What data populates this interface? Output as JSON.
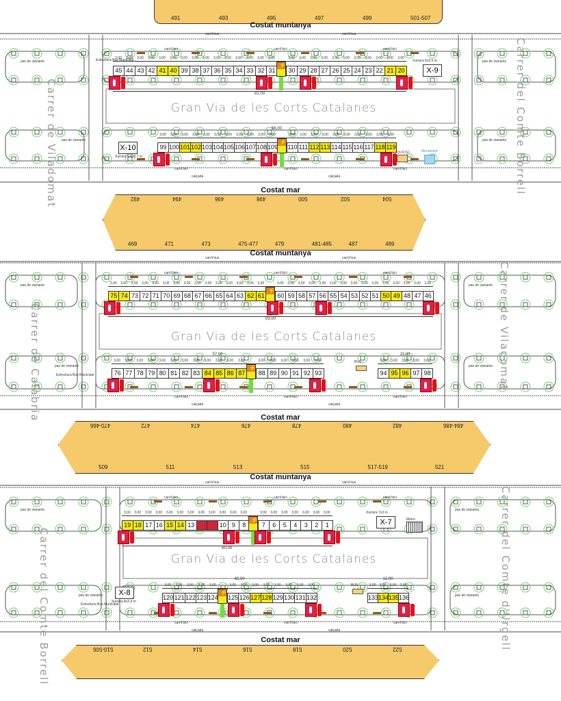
{
  "colors": {
    "highlight": "#f5ea1a",
    "reserved": "#c9283a",
    "building": "#f6c96a",
    "tree": "#6ccf6c",
    "extinguisher": "#e0204a"
  },
  "sections": [
    {
      "building_top": {
        "lots_bottom": [
          "491",
          "493",
          "495",
          "497",
          "499",
          "501-507"
        ]
      },
      "costat_muntanya": "Costat muntanya",
      "carril_bus": [
        "carril bus",
        "carril bus"
      ],
      "carril_bici_top": [
        "carril bici",
        "carril bici",
        "carril bici"
      ],
      "street_left": "Carrer de Viladomat",
      "street_right": "Carrer del Comte Borrell",
      "avenue": "Gran Via de les Corts Catalanes",
      "pas_vianants": "pas de vianants",
      "estructura": "Estructura Bus Municipal",
      "top_row": {
        "dim_total": "81,00",
        "unit": "3,00",
        "stalls": [
          {
            "n": "45"
          },
          {
            "n": "44"
          },
          {
            "n": "43"
          },
          {
            "n": "42"
          },
          {
            "n": "41",
            "s": "yellow"
          },
          {
            "n": "40",
            "s": "yellow"
          },
          {
            "n": "39"
          },
          {
            "n": "38"
          },
          {
            "n": "37"
          },
          {
            "n": "36"
          },
          {
            "n": "35"
          },
          {
            "n": "34"
          },
          {
            "n": "33"
          },
          {
            "n": "32"
          },
          {
            "n": "31"
          },
          {
            "power": true
          },
          {
            "n": "30"
          },
          {
            "n": "29"
          },
          {
            "n": "28"
          },
          {
            "n": "27"
          },
          {
            "n": "26"
          },
          {
            "n": "25"
          },
          {
            "n": "24"
          },
          {
            "n": "23"
          },
          {
            "n": "22"
          },
          {
            "n": "21",
            "s": "yellow"
          },
          {
            "n": "20",
            "s": "yellow"
          }
        ]
      },
      "xurrera_top": {
        "label": "Xurrera 6x2,5 m",
        "id": "X-9"
      },
      "bottom_row": [
        {
          "dim_total": "66,00",
          "unit": "3,00",
          "stalls": [
            {
              "n": "99"
            },
            {
              "n": "100"
            },
            {
              "n": "101",
              "s": "yellow"
            },
            {
              "n": "102",
              "s": "yellow"
            },
            {
              "n": "103"
            },
            {
              "n": "104"
            },
            {
              "n": "105"
            },
            {
              "n": "106"
            },
            {
              "n": "107"
            },
            {
              "n": "108"
            },
            {
              "n": "109"
            },
            {
              "power": true
            },
            {
              "n": "110"
            },
            {
              "n": "111"
            },
            {
              "n": "112",
              "s": "yellow"
            },
            {
              "n": "113",
              "s": "yellow"
            },
            {
              "n": "114"
            },
            {
              "n": "115"
            },
            {
              "n": "116"
            },
            {
              "n": "117"
            },
            {
              "n": "118",
              "s": "yellow"
            },
            {
              "n": "119",
              "s": "yellow"
            }
          ]
        }
      ],
      "xurrera_bottom": {
        "label": "Xurrera 5,6x2,7 m",
        "id": "X-10"
      },
      "extras": {
        "kiosk": "QUIOSC",
        "monument": "Monument"
      },
      "carril_bici_bottom": [
        "carril bici",
        "carril bici",
        "carril bici"
      ],
      "calcada": [
        "calçada",
        "calçada"
      ],
      "costat_mar": "Costat mar",
      "building_bottom": {
        "lots_top": [
          "492",
          "494",
          "496",
          "498",
          "500",
          "502",
          "504"
        ],
        "lots_bottom": [
          "469",
          "471",
          "473",
          "475-477",
          "479",
          "481-485",
          "487",
          "489"
        ]
      }
    },
    {
      "costat_muntanya": "Costat muntanya",
      "carril_bus": [
        "carril bus",
        "carril bus"
      ],
      "carril_bici_top": [
        "carril bici",
        "carril bici",
        "carril bici"
      ],
      "street_left": "Carrer de Calàbria",
      "street_right": "Carrer de Viladomat",
      "avenue": "Gran Via de les  Corts Catalanes",
      "pas_vianants": "pas de vianants",
      "estructura": "Estructura Bus Municipal",
      "top_row": {
        "dim_total": "93,00",
        "unit": "3,00",
        "stalls": [
          {
            "n": "75",
            "s": "yellow"
          },
          {
            "n": "74",
            "s": "yellow"
          },
          {
            "n": "73"
          },
          {
            "n": "72"
          },
          {
            "n": "71"
          },
          {
            "n": "70"
          },
          {
            "n": "69"
          },
          {
            "n": "68"
          },
          {
            "n": "67"
          },
          {
            "n": "66"
          },
          {
            "n": "65"
          },
          {
            "n": "64"
          },
          {
            "n": "63"
          },
          {
            "n": "62",
            "s": "yellow"
          },
          {
            "n": "61",
            "s": "yellow"
          },
          {
            "power": true
          },
          {
            "n": "60"
          },
          {
            "n": "59"
          },
          {
            "n": "58"
          },
          {
            "n": "57"
          },
          {
            "n": "56"
          },
          {
            "n": "55"
          },
          {
            "n": "54"
          },
          {
            "n": "53"
          },
          {
            "n": "52"
          },
          {
            "n": "51"
          },
          {
            "n": "50",
            "s": "yellow"
          },
          {
            "n": "49",
            "s": "yellow"
          },
          {
            "n": "48"
          },
          {
            "n": "47"
          },
          {
            "n": "46"
          }
        ]
      },
      "bottom_row": [
        {
          "dim_total": "57,00",
          "unit": "3,00",
          "stalls": [
            {
              "n": "76"
            },
            {
              "n": "77"
            },
            {
              "n": "78"
            },
            {
              "n": "79"
            },
            {
              "n": "80"
            },
            {
              "n": "81"
            },
            {
              "n": "82"
            },
            {
              "n": "83"
            },
            {
              "n": "84",
              "s": "yellow"
            },
            {
              "n": "85",
              "s": "yellow"
            },
            {
              "n": "86",
              "s": "yellow"
            },
            {
              "n": "87",
              "s": "yellow"
            },
            {
              "power": true
            },
            {
              "n": "88"
            },
            {
              "n": "89"
            },
            {
              "n": "90"
            },
            {
              "n": "91"
            },
            {
              "n": "92"
            },
            {
              "n": "93"
            }
          ]
        },
        {
          "dim_total": "15,00",
          "unit": "3,00",
          "stalls": [
            {
              "n": "94"
            },
            {
              "n": "95",
              "s": "yellow"
            },
            {
              "n": "96",
              "s": "yellow"
            },
            {
              "n": "97"
            },
            {
              "n": "98"
            }
          ]
        }
      ],
      "bus": "BUS",
      "carril_bici_bottom": [
        "carril bici",
        "carril bici",
        "carril bici"
      ],
      "calcada": [
        "calçada",
        "calçada"
      ],
      "costat_mar": "Costat mar",
      "building_bottom": {
        "lots_top": [
          "470-466",
          "472",
          "474",
          "476",
          "478",
          "480",
          "482",
          "484-486"
        ],
        "lots_bottom": [
          "509",
          "511",
          "513",
          "515",
          "517-519",
          "521"
        ]
      }
    },
    {
      "costat_muntanya": "Costat muntanya",
      "carril_bus": [
        "carril bus",
        "carril bus"
      ],
      "carril_bici_top": [
        "carril bici",
        "carril bici",
        "carril bici"
      ],
      "street_left": "Carrer del Comte Borrell",
      "street_right": "Carrer del Comte d'Urgell",
      "avenue": "Gran Via de les Corts Catalanes",
      "pas_vianants": "pas de vianants",
      "estructura": "Estructura Bus Municipal",
      "top_row": {
        "dim_total": "60,00",
        "unit": "3,00",
        "stalls": [
          {
            "n": "19",
            "s": "yellow"
          },
          {
            "n": "18",
            "s": "yellow"
          },
          {
            "n": "17"
          },
          {
            "n": "16"
          },
          {
            "n": "15",
            "s": "yellow"
          },
          {
            "n": "14",
            "s": "yellow"
          },
          {
            "n": "13"
          },
          {
            "n": "12",
            "s": "red"
          },
          {
            "n": "11",
            "s": "red"
          },
          {
            "n": "10"
          },
          {
            "n": "9"
          },
          {
            "n": "8"
          },
          {
            "power": true
          },
          {
            "n": "7"
          },
          {
            "n": "6"
          },
          {
            "n": "5"
          },
          {
            "n": "4"
          },
          {
            "n": "3"
          },
          {
            "n": "2"
          },
          {
            "n": "1"
          }
        ]
      },
      "xurrera_top": {
        "label": "Xurrera 7x3 m",
        "id": "X-7"
      },
      "metro": "Metro",
      "bottom_row": [
        {
          "dim_total": "42,00",
          "unit": "3,00",
          "stalls": [
            {
              "n": "120"
            },
            {
              "n": "121"
            },
            {
              "n": "122"
            },
            {
              "n": "123"
            },
            {
              "n": "124"
            },
            {
              "power": true
            },
            {
              "n": "125"
            },
            {
              "n": "126"
            },
            {
              "n": "127",
              "s": "yellow"
            },
            {
              "n": "128",
              "s": "yellow"
            },
            {
              "n": "129"
            },
            {
              "n": "130"
            },
            {
              "n": "131"
            },
            {
              "n": "132"
            }
          ]
        },
        {
          "dim_total": "12,00",
          "unit": "3,00",
          "stalls": [
            {
              "n": "133"
            },
            {
              "n": "134",
              "s": "yellow"
            },
            {
              "n": "135",
              "s": "yellow"
            },
            {
              "n": "136"
            }
          ]
        }
      ],
      "xurrera_bottom": {
        "label": "Xurrera 8x2,4 m",
        "id": "X-8"
      },
      "bus": "BUS",
      "carril_bici_bottom": [
        "carril bici",
        "carril bici",
        "carril bici"
      ],
      "calcada": [
        "calçada",
        "calçada"
      ],
      "costat_mar": "Costat mar",
      "building_bottom": {
        "lots_top": [
          "510-506",
          "512",
          "514",
          "516",
          "518",
          "520",
          "522"
        ]
      }
    }
  ]
}
